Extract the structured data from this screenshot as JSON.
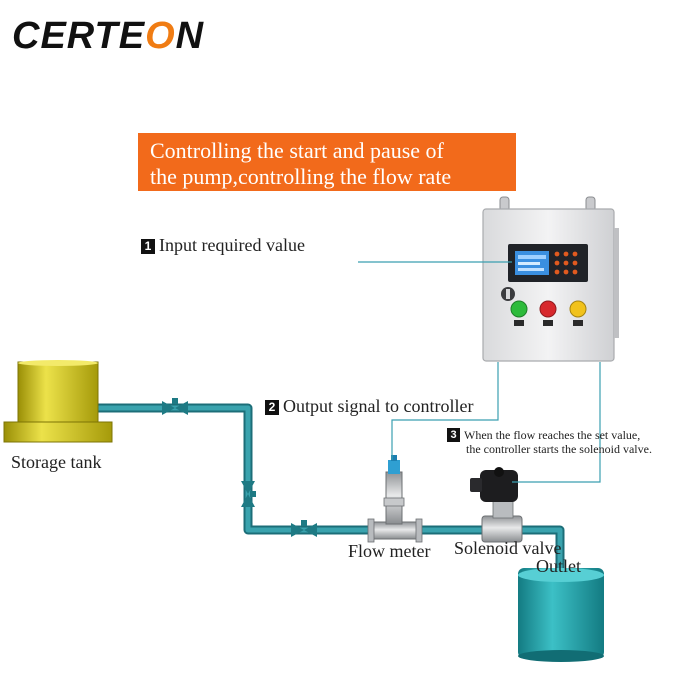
{
  "brand": {
    "logo_prefix": "CERTE",
    "logo_accent": "O",
    "logo_suffix": "N"
  },
  "banner": {
    "line1": "Controlling the start and pause of",
    "line2": "the pump,controlling the flow rate"
  },
  "steps": [
    {
      "number": "1",
      "text": "Input required value"
    },
    {
      "number": "2",
      "text": "Output signal to controller"
    },
    {
      "number": "3",
      "line1": "When the flow reaches the set value,",
      "line2": "the controller starts the solenoid valve."
    }
  ],
  "components": {
    "storage_tank": "Storage tank",
    "flow_meter": "Flow meter",
    "solenoid_valve": "Solenoid valve",
    "outlet": "Outlet"
  },
  "colors": {
    "banner": "#f26a1b",
    "logo_accent": "#f07c13",
    "pipe": "#2a8c98",
    "tank": "#cfc316",
    "outlet_tank": "#2aa0a7",
    "signal_line": "#3b9fb0",
    "green_button": "#2dbb3b",
    "red_button": "#d7282d",
    "yellow_button": "#f1c21b"
  }
}
